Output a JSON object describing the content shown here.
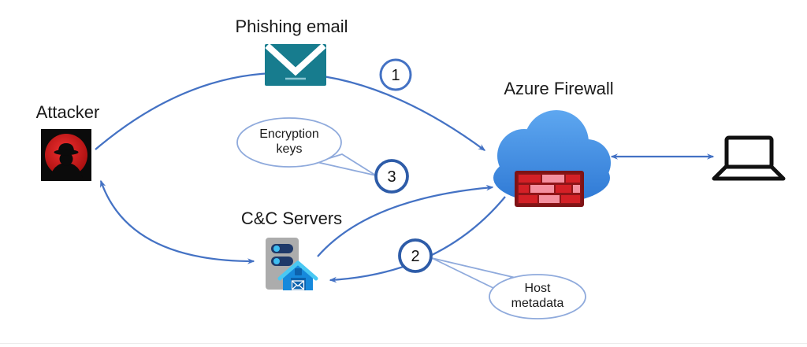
{
  "title": "Azure Firewall phishing attack flow diagram",
  "nodes": {
    "attacker": {
      "label": "Attacker"
    },
    "phishing_email": {
      "label": "Phishing email"
    },
    "azure_firewall": {
      "label": "Azure Firewall"
    },
    "cc_servers": {
      "label": "C&C Servers"
    }
  },
  "steps": [
    {
      "number": "1"
    },
    {
      "number": "2"
    },
    {
      "number": "3"
    }
  ],
  "callouts": {
    "encryption_keys": {
      "text": "Encryption\nkeys"
    },
    "host_metadata": {
      "text": "Host\nmetadata"
    }
  },
  "icons": {
    "attacker": "hacker-avatar-icon",
    "phishing_email": "envelope-icon",
    "azure_firewall": "cloud-firewall-icon",
    "cc_servers": "server-barn-icon",
    "client": "laptop-icon"
  },
  "colors": {
    "arrow": "#4472C4",
    "bubble-border": "#8FAADC",
    "circle-blue": "#4472C4",
    "circle-dark": "#2E5CA8",
    "envelope": "#177C8E",
    "cloud-top": "#5EA7F0",
    "cloud-bottom": "#2E78D4",
    "brick-border": "#7E1315",
    "brick-mortar": "#8E1518",
    "brick-red": "#D42026",
    "brick-pink": "#F4909F",
    "server-gray": "#ACACAC",
    "pill-navy": "#1F3969",
    "dot-cyan": "#3FBDF1",
    "barn-roof": "#49C8F3",
    "barn-body": "#1689DC",
    "barn-door": "#0D62AD",
    "attacker-red": "#D01414",
    "text": "#1A1A1A"
  }
}
